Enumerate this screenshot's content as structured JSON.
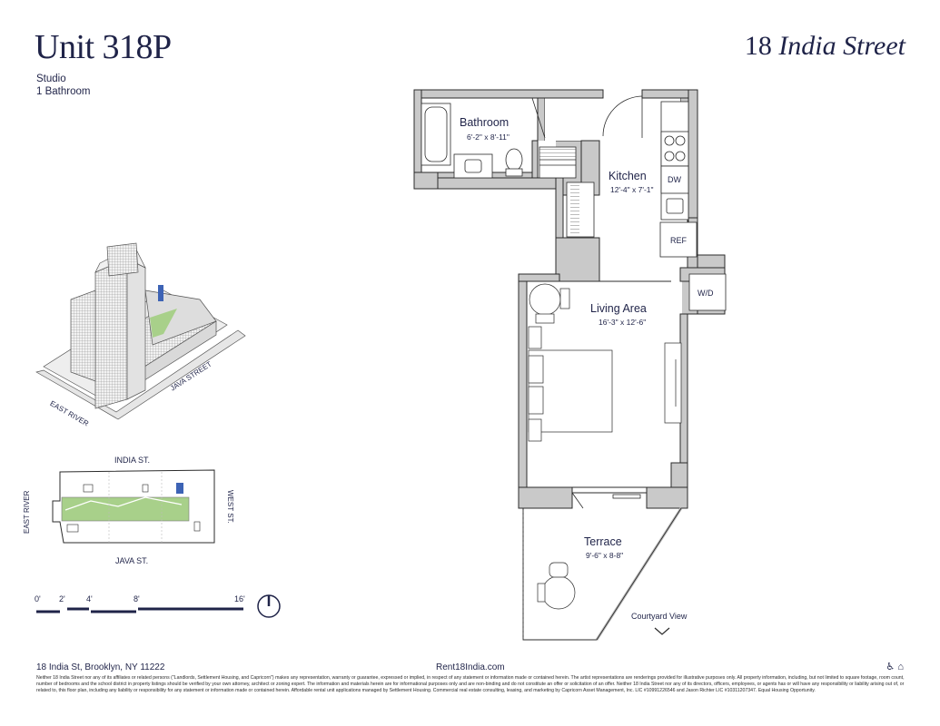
{
  "header": {
    "unit_title": "Unit 318P",
    "brand_number": "18",
    "brand_name": "India Street",
    "unit_type": "Studio",
    "bathrooms": "1 Bathroom"
  },
  "rooms": {
    "bathroom": {
      "name": "Bathroom",
      "dims": "6'-2\" x 8'-11\""
    },
    "kitchen": {
      "name": "Kitchen",
      "dims": "12'-4\" x 7'-1\""
    },
    "living": {
      "name": "Living Area",
      "dims": "16'-3\" x 12'-6\""
    },
    "terrace": {
      "name": "Terrace",
      "dims": "9'-6\" x 8-8\""
    }
  },
  "fixtures": {
    "dishwasher": "DW",
    "refrigerator": "REF",
    "washer_dryer": "W/D"
  },
  "view_label": "Courtyard View",
  "axonometric": {
    "street_river": "EAST RIVER",
    "street_java": "JAVA STREET"
  },
  "site_plan": {
    "north_street": "INDIA ST.",
    "south_street": "JAVA ST.",
    "west_label": "EAST RIVER",
    "east_label": "WEST ST."
  },
  "scale_bar": {
    "ticks": [
      "0'",
      "2'",
      "4'",
      "8'",
      "16'"
    ]
  },
  "footer": {
    "address": "18 India St, Brooklyn, NY 11222",
    "url": "Rent18India.com",
    "disclaimer": "Neither 18 India Street nor any of its affiliates or related persons (\"Landlords, Settlement Housing, and Capricorn\") makes any representation, warranty or guarantee, expressed or implied, in respect of any statement or information made or contained herein. The artist representations are renderings provided for illustrative purposes only. All property information, including, but not limited to square footage, room count, number of bedrooms and the school district in property listings should be verified by your own attorney, architect or zoning expert. The information and materials herein are for informational purposes only and are non-binding and do not constitute an offer or solicitation of an offer. Neither 18 India Street nor any of its directors, officers, employees, or agents has or will have any responsibility or liability arising out of, or related to, this floor plan, including any liability or responsibility for any statement or information made or contained herein. Affordable rental unit applications managed by Settlement Housing. Commercial real estate consulting, leasing, and marketing by Capricorn Asset Management, Inc. LIC #10991226546 and Jason Richter LIC #10311207347. Equal Housing Opportunity.",
    "accessibility_icon": "accessibility-icon",
    "housing_icon": "equal-housing-icon"
  },
  "colors": {
    "ink": "#1f2348",
    "wall": "#c9c9c9",
    "wall_stroke": "#2b2b2b",
    "accent": "#3d63b5",
    "green": "#a8d08a"
  }
}
